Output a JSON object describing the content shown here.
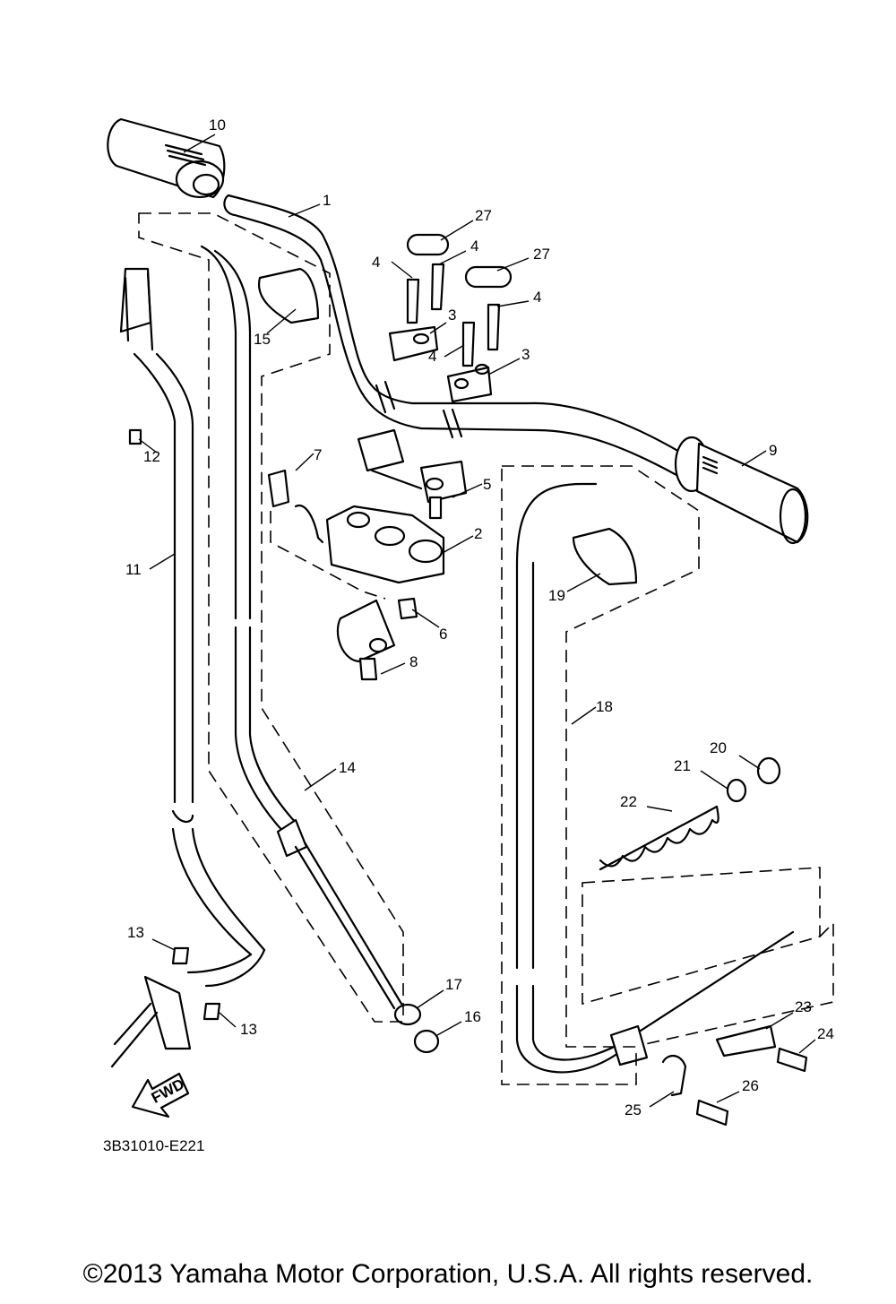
{
  "callouts": [
    "10",
    "1",
    "27",
    "4",
    "27",
    "4",
    "4",
    "3",
    "4",
    "3",
    "15",
    "12",
    "7",
    "5",
    "2",
    "9",
    "6",
    "8",
    "11",
    "19",
    "18",
    "14",
    "20",
    "21",
    "22",
    "13",
    "13",
    "17",
    "16",
    "23",
    "24",
    "25",
    "26"
  ],
  "fwd_label": "FWD",
  "diagram_code": "3B31010-E221",
  "copyright": "©2013 Yamaha Motor Corporation, U.S.A. All rights reserved."
}
